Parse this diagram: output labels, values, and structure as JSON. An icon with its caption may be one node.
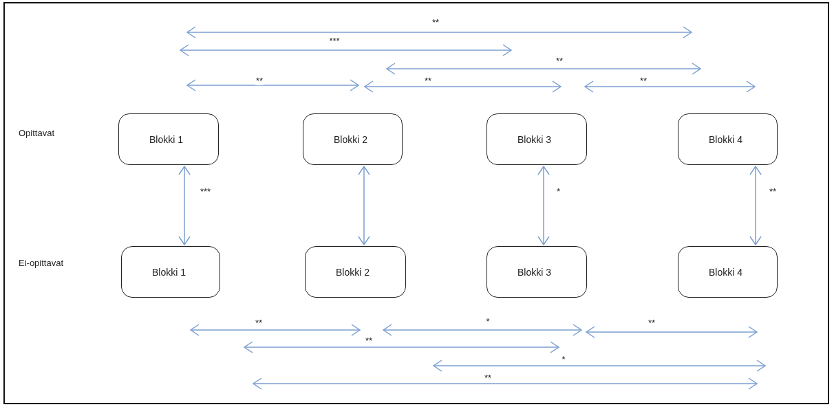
{
  "diagram": {
    "nodes": [
      {
        "text": [
          "Blokki 1"
        ]
      },
      {
        "text": [
          "Blokki 2"
        ]
      },
      {
        "text": [
          "Blokki 3"
        ]
      },
      {
        "text": [
          "Blokki 4"
        ]
      },
      {
        "text": [
          "Blokki 1"
        ]
      },
      {
        "text": [
          "Blokki 2"
        ]
      },
      {
        "text": [
          "Blokki 3"
        ]
      },
      {
        "text": [
          "Blokki 4"
        ]
      }
    ],
    "edges": [
      {
        "from": 0,
        "to": 4,
        "arrow": "both",
        "label": "***"
      },
      {
        "from": 1,
        "to": 5,
        "arrow": "both"
      },
      {
        "from": 2,
        "to": 6,
        "arrow": "both",
        "label": "*"
      },
      {
        "from": 3,
        "to": 7,
        "arrow": "both",
        "label": "**"
      }
    ],
    "labels": [
      "**",
      "***",
      "**",
      "**",
      "**",
      "**",
      "Opittavat",
      "Ei-opittavat",
      "**",
      "*",
      "**",
      "**",
      "*",
      "**"
    ]
  }
}
